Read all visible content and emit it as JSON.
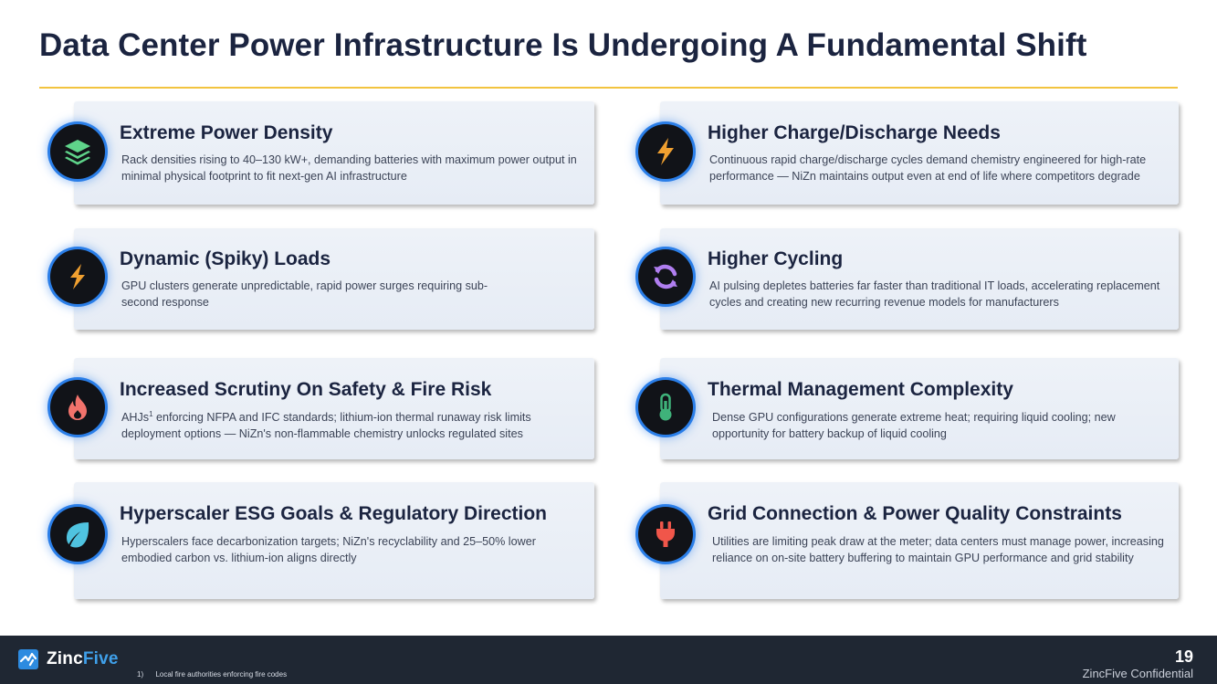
{
  "slide": {
    "title": "Data Center Power Infrastructure Is Undergoing A Fundamental Shift"
  },
  "cards": [
    {
      "title": "Extreme Power Density",
      "text": "Rack densities rising to 40–130 kW+, demanding batteries with maximum power output in minimal physical footprint to fit next-gen AI infrastructure",
      "icon": "stacked-layers-icon",
      "icon_color": "#5fd48a"
    },
    {
      "title": "Higher Charge/Discharge Needs",
      "text": "Continuous rapid charge/discharge cycles demand chemistry engineered for high-rate performance — NiZn maintains output even at end of life where competitors degrade",
      "icon": "lightning-bolt-icon",
      "icon_color": "#f0a030"
    },
    {
      "title": "Dynamic (Spiky) Loads",
      "text": "GPU clusters generate unpredictable, rapid power surges requiring sub-second response",
      "icon": "lightning-bolt-icon",
      "icon_color": "#f0a030"
    },
    {
      "title": "Higher Cycling",
      "text": "AI pulsing depletes batteries far faster than traditional IT loads, accelerating replacement cycles and creating new recurring revenue models for manufacturers",
      "icon": "refresh-cycle-icon",
      "icon_color": "#b07ef0"
    },
    {
      "title": "Increased Scrutiny On Safety & Fire Risk",
      "text_prefix": "AHJs",
      "text_sup": "1",
      "text": " enforcing NFPA and IFC standards; lithium-ion thermal runaway risk limits deployment options — NiZn's non-flammable chemistry unlocks regulated sites",
      "icon": "flame-icon",
      "icon_color": "#f2736c"
    },
    {
      "title": "Thermal Management Complexity",
      "text": "Dense GPU configurations generate extreme heat; requiring liquid cooling; new opportunity for battery backup of liquid cooling",
      "icon": "thermometer-icon",
      "icon_color": "#3fb27a"
    },
    {
      "title": "Hyperscaler ESG Goals & Regulatory Direction",
      "text": "Hyperscalers face decarbonization targets; NiZn's recyclability and 25–50% lower embodied carbon vs. lithium-ion aligns directly",
      "icon": "leaf-icon",
      "icon_color": "#4fc3e0"
    },
    {
      "title": "Grid Connection & Power Quality Constraints",
      "text": "Utilities are limiting peak draw at the meter; data centers must manage power, increasing reliance on on-site battery buffering to maintain GPU performance and grid stability",
      "icon": "power-plug-icon",
      "icon_color": "#f0564a"
    }
  ],
  "footer": {
    "brand_part1": "Zinc",
    "brand_part2": "Five",
    "footnote": "1)      Local fire authorities enforcing fire codes",
    "page_number": "19",
    "confidential": "ZincFive Confidential"
  },
  "colors": {
    "accent_rule": "#f2c440",
    "footer_bg": "#1f2733",
    "brand_blue": "#2d8be0"
  }
}
